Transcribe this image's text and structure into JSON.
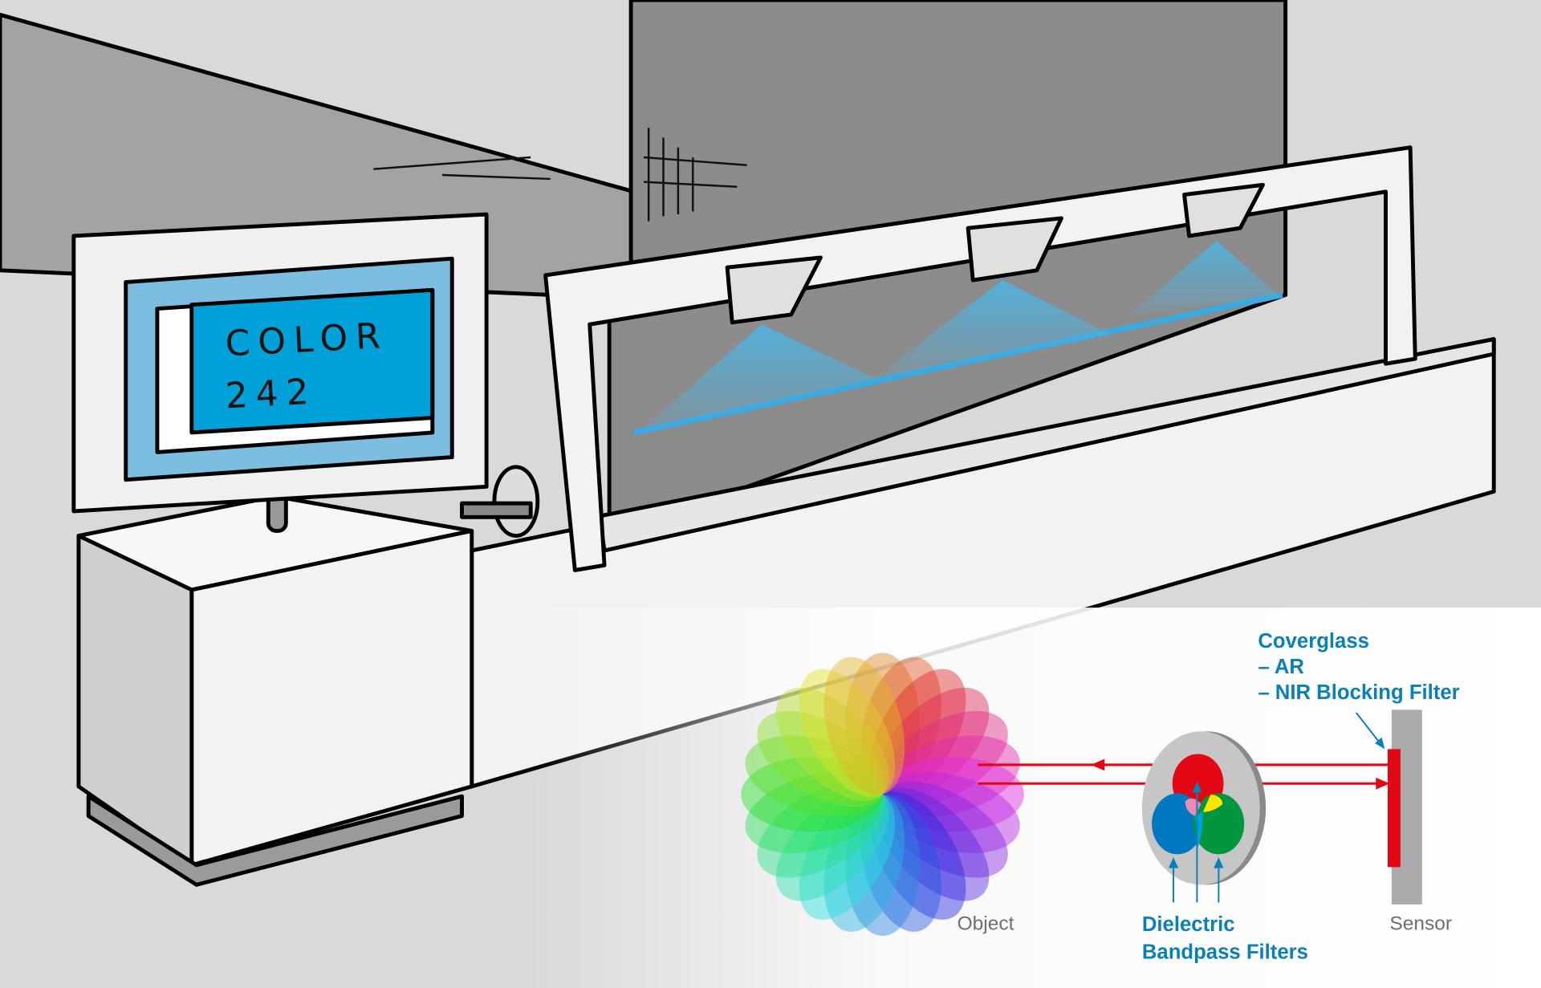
{
  "monitor": {
    "line1": "COLOR",
    "line2": "242"
  },
  "diagram": {
    "object_label": "Object",
    "filters_label_line1": "Dielectric",
    "filters_label_line2": "Bandpass Filters",
    "sensor_label": "Sensor",
    "coverglass_title": "Coverglass",
    "coverglass_item1": "– AR",
    "coverglass_item2": "– NIR Blocking Filter"
  },
  "colors": {
    "accent_blue": "#0a7fb8",
    "screen_blue": "#00a0d8",
    "ray_red": "#e30613",
    "beam_blue": "#3aa9e0"
  }
}
